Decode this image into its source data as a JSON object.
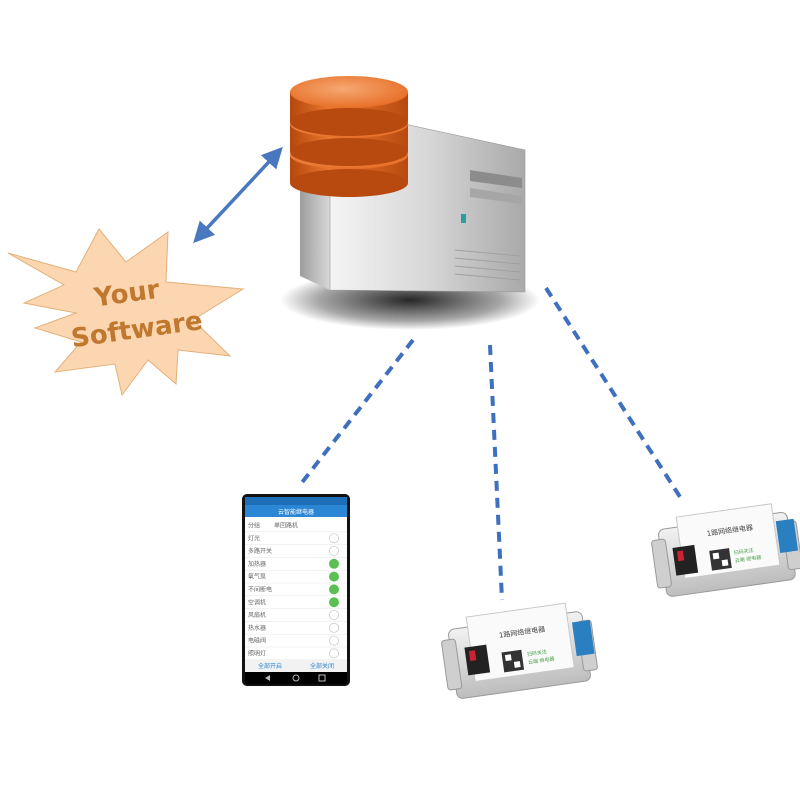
{
  "software": {
    "line1": "Your",
    "line2": "Software"
  },
  "colors": {
    "burst_fill": "#fcd6b1",
    "burst_text": "#c0782e",
    "db_orange": "#e5661c",
    "arrow_blue": "#4a78c0",
    "dash_blue": "#3f6fbf",
    "phone_header": "#2b86d6",
    "toggle_green": "#5cbf54"
  },
  "icons": {
    "database": "database-icon",
    "server": "server-tower-icon",
    "arrow": "bidirectional-arrow-icon"
  },
  "phone": {
    "header_title": "云智能继电器",
    "rows": [
      {
        "label": "分组",
        "value": "单回路机",
        "toggle": "none"
      },
      {
        "label": "灯光",
        "value": "",
        "toggle": "off"
      },
      {
        "label": "多路开关",
        "value": "",
        "toggle": "off"
      },
      {
        "label": "加热器",
        "value": "",
        "toggle": "on"
      },
      {
        "label": "氧气泵",
        "value": "",
        "toggle": "on"
      },
      {
        "label": "不间断电",
        "value": "",
        "toggle": "on"
      },
      {
        "label": "空调机",
        "value": "",
        "toggle": "on"
      },
      {
        "label": "风扇机",
        "value": "",
        "toggle": "off"
      },
      {
        "label": "热水器",
        "value": "",
        "toggle": "off"
      },
      {
        "label": "电磁阀",
        "value": "",
        "toggle": "off"
      },
      {
        "label": "照明灯",
        "value": "",
        "toggle": "off"
      }
    ],
    "footer_left": "全部开启",
    "footer_right": "全部关闭"
  },
  "devices": [
    {
      "title": "1路网络继电器",
      "note1": "扫码关注",
      "note2": "云端 继电器"
    },
    {
      "title": "1路网络继电器",
      "note1": "扫码关注",
      "note2": "云端 继电器"
    }
  ]
}
